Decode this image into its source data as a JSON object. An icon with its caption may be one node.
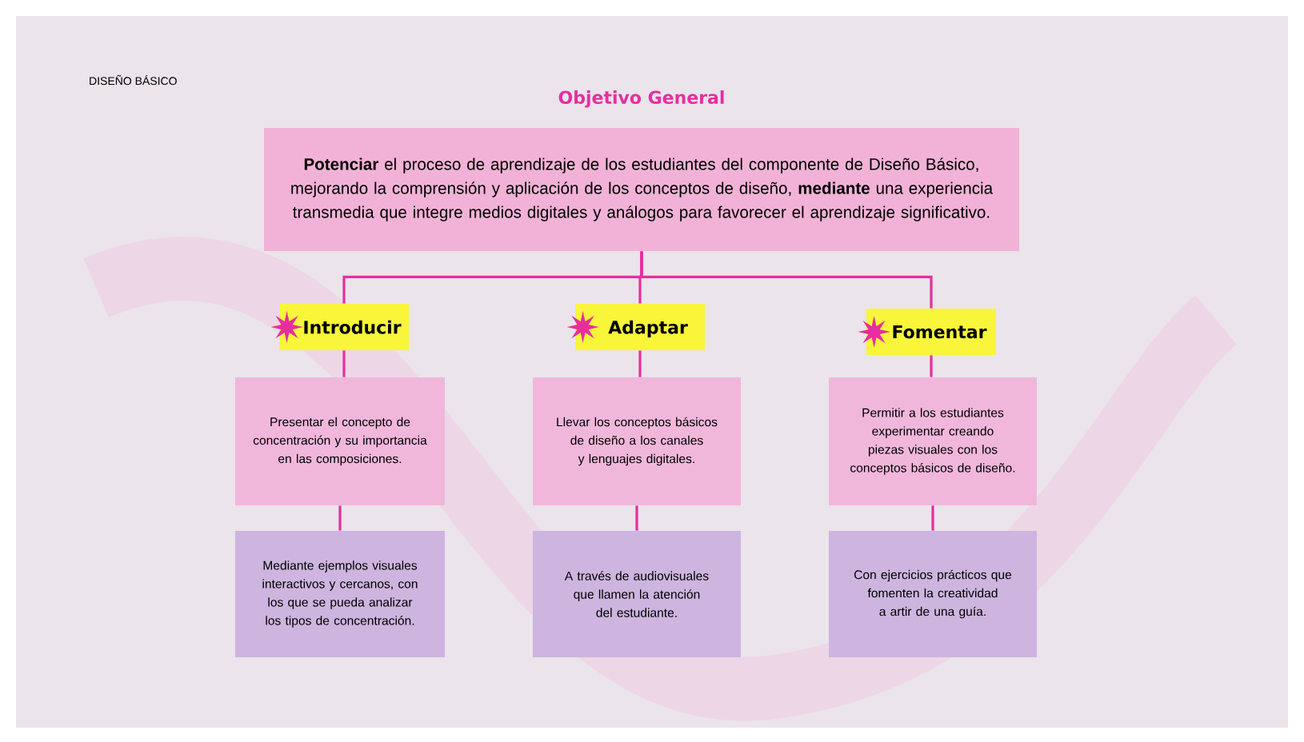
{
  "diagram": {
    "nodes": [
      {
        "text": [
          "Objetivo General",
          "**Potenciar** el proceso de aprendizaje de los estudiantes del componente de Diseño Básico, mejorando la comprensión y aplicación de los conceptos de diseño, **mediante** una experiencia transmedia que integre medios digitales y análogos para favorecer el aprendizaje significativo."
        ]
      },
      {
        "text": [
          "Introducir"
        ]
      },
      {
        "text": [
          "Adaptar"
        ]
      },
      {
        "text": [
          "Fomentar"
        ]
      },
      {
        "text": [
          "Presentar el concepto de concentración y su importancia en las composiciones."
        ]
      },
      {
        "text": [
          "Llevar los conceptos básicos de diseño a los canales y lenguajes digitales."
        ]
      },
      {
        "text": [
          "Permitir a los estudiantes experimentar creando piezas visuales con los conceptos básicos de diseño."
        ]
      },
      {
        "text": [
          "Mediante ejemplos visuales interactivos y cercanos, con los que se pueda analizar los tipos de concentración."
        ]
      },
      {
        "text": [
          "A través de audiovisuales que llamen la atención del estudiante."
        ]
      },
      {
        "text": [
          "Con ejercicios prácticos que fomenten la creatividad a artir de una guía."
        ]
      }
    ],
    "edges": [
      {
        "from": 0,
        "to": 1,
        "arrow": "none"
      },
      {
        "from": 0,
        "to": 2,
        "arrow": "none"
      },
      {
        "from": 0,
        "to": 3,
        "arrow": "none"
      },
      {
        "from": 1,
        "to": 4,
        "arrow": "none"
      },
      {
        "from": 2,
        "to": 5,
        "arrow": "none"
      },
      {
        "from": 3,
        "to": 6,
        "arrow": "none"
      },
      {
        "from": 4,
        "to": 7,
        "arrow": "none"
      },
      {
        "from": 5,
        "to": 8,
        "arrow": "none"
      },
      {
        "from": 6,
        "to": 9,
        "arrow": "none"
      }
    ],
    "labels": [
      "DISEÑO BÁSICO"
    ]
  }
}
